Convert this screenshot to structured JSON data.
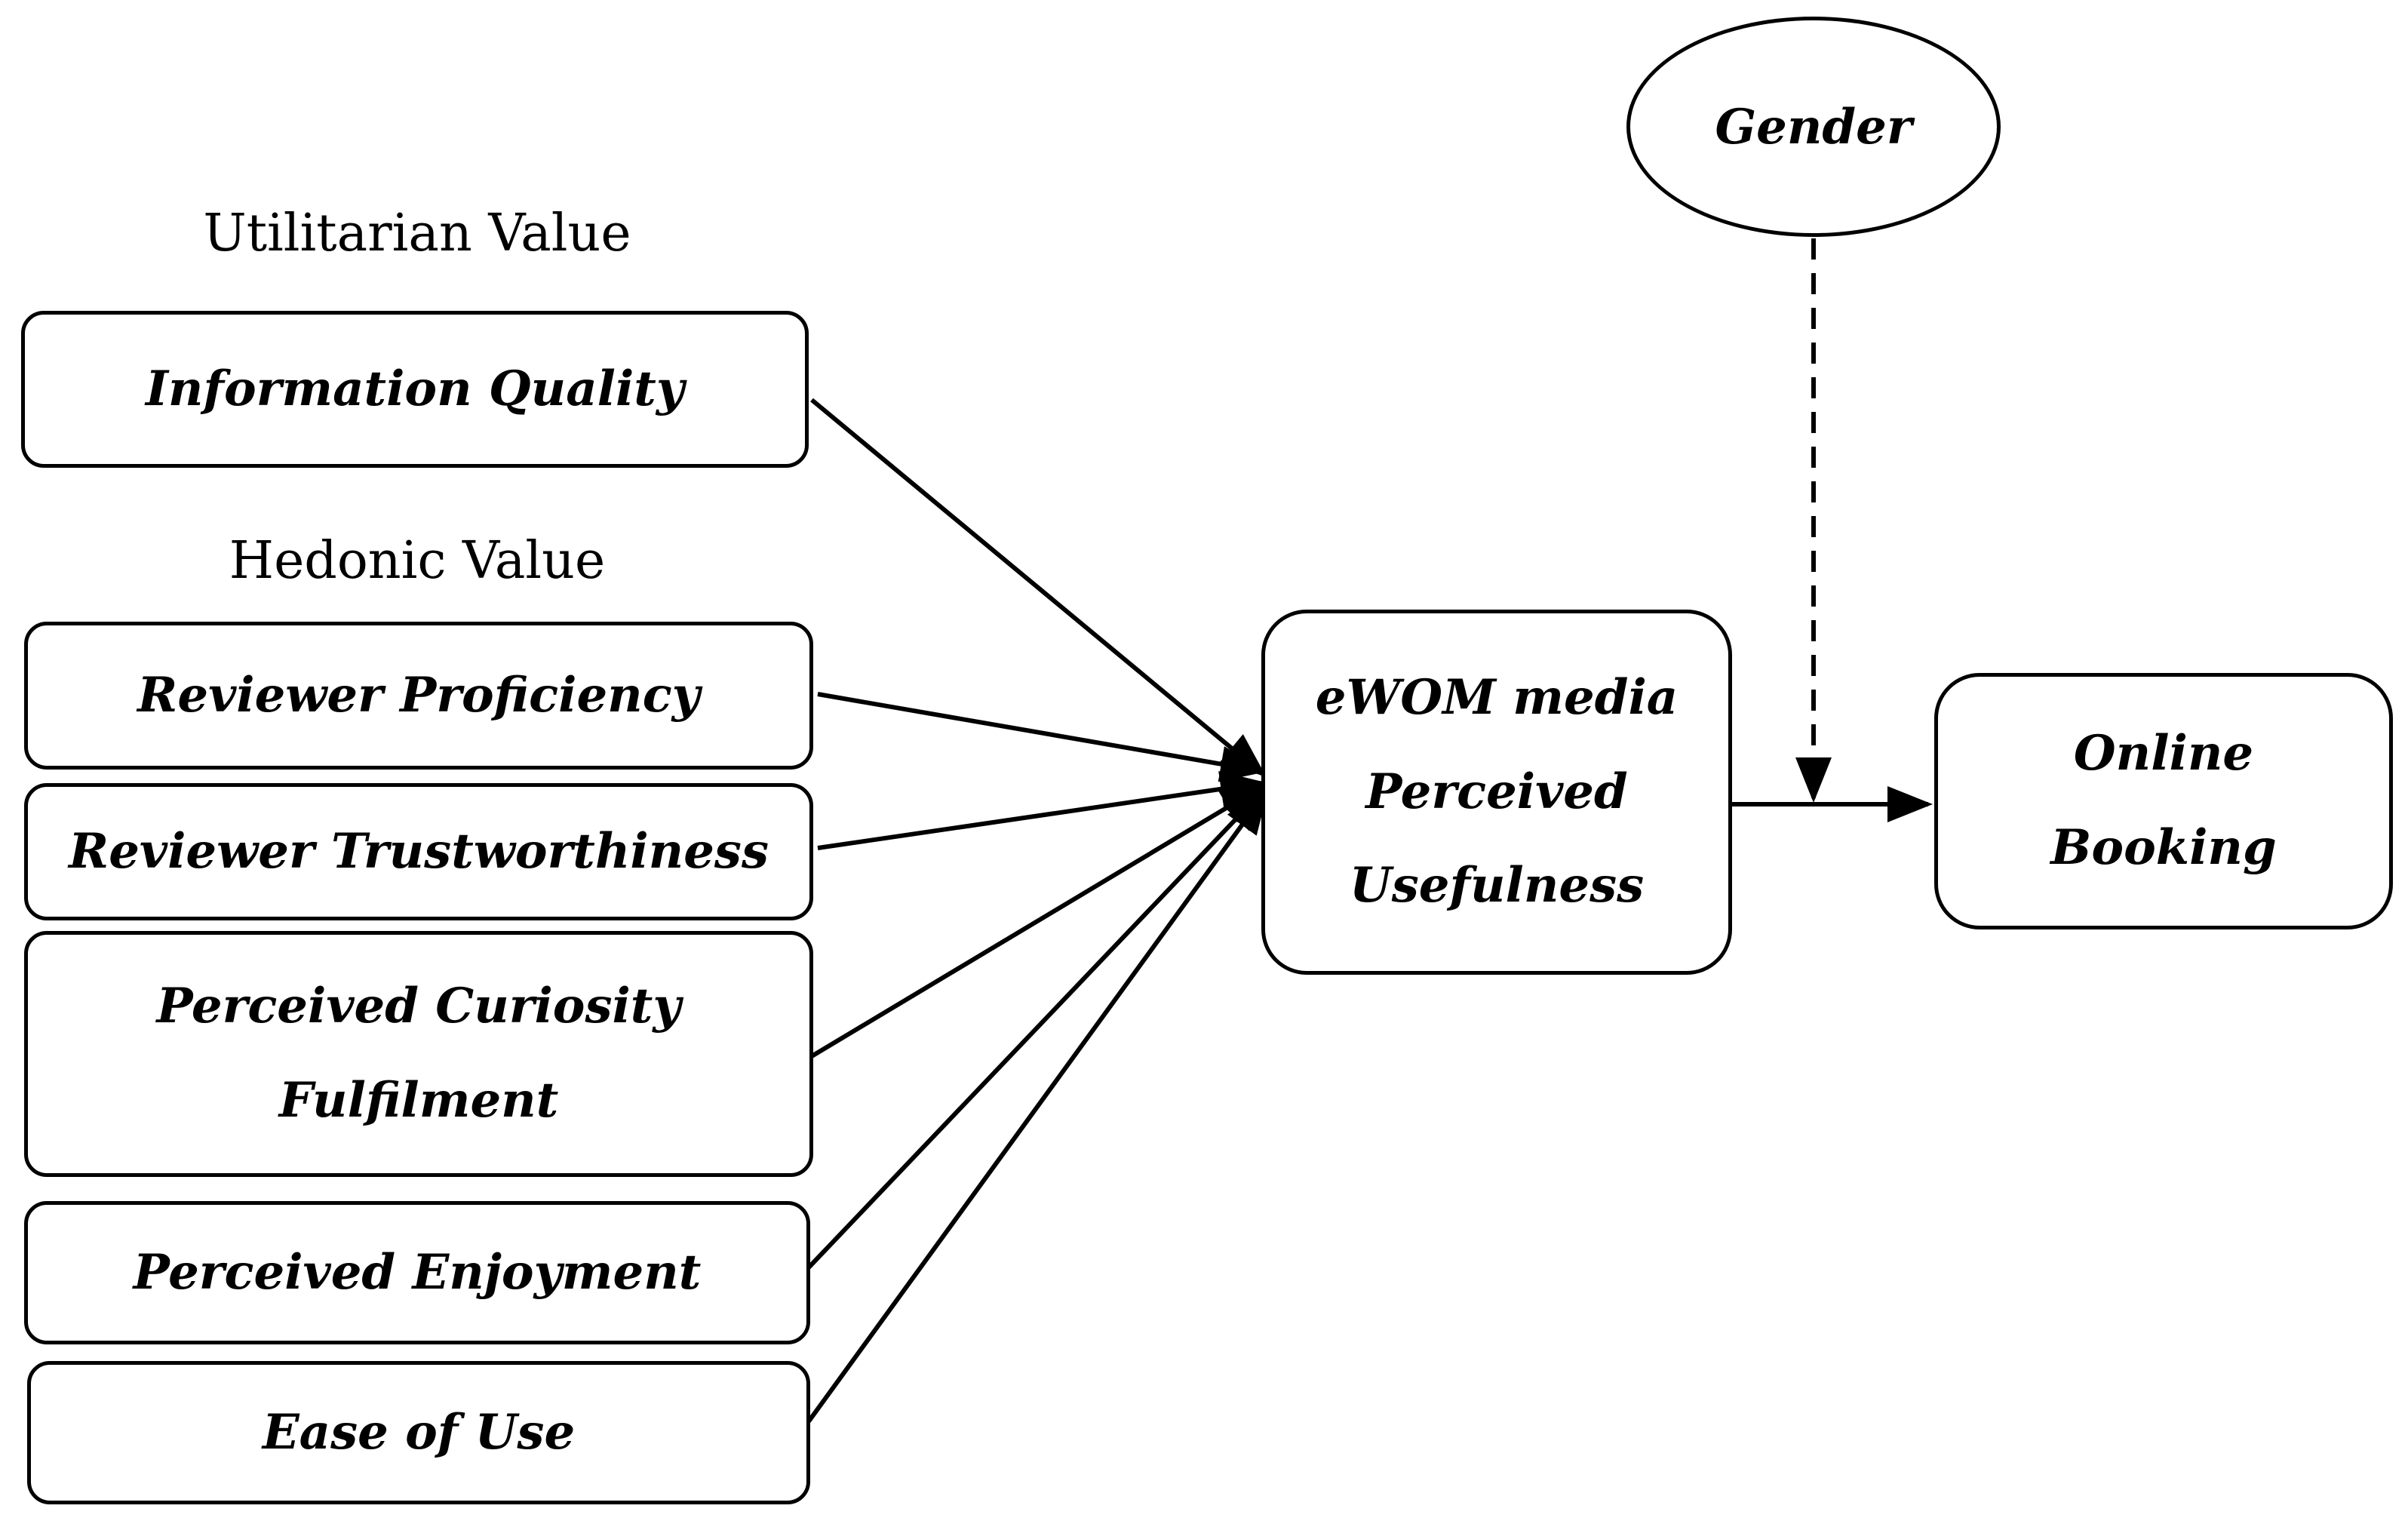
{
  "groups": {
    "utilitarian": "Utilitarian Value",
    "hedonic": "Hedonic Value"
  },
  "constructs": {
    "information_quality": "Information Quality",
    "reviewer_proficiency": "Reviewer Proficiency",
    "reviewer_trustworthiness": "Reviewer Trustworthiness",
    "perceived_curiosity": [
      "Perceived Curiosity",
      "Fulfilment"
    ],
    "perceived_enjoyment": "Perceived Enjoyment",
    "ease_of_use": "Ease of Use",
    "perceived_usefulness": [
      "eWOM media",
      "Perceived",
      "Usefulness"
    ],
    "online_booking": [
      "Online",
      "Booking"
    ],
    "gender": "Gender"
  },
  "colors": {
    "stroke": "#000000",
    "background": "#ffffff"
  }
}
